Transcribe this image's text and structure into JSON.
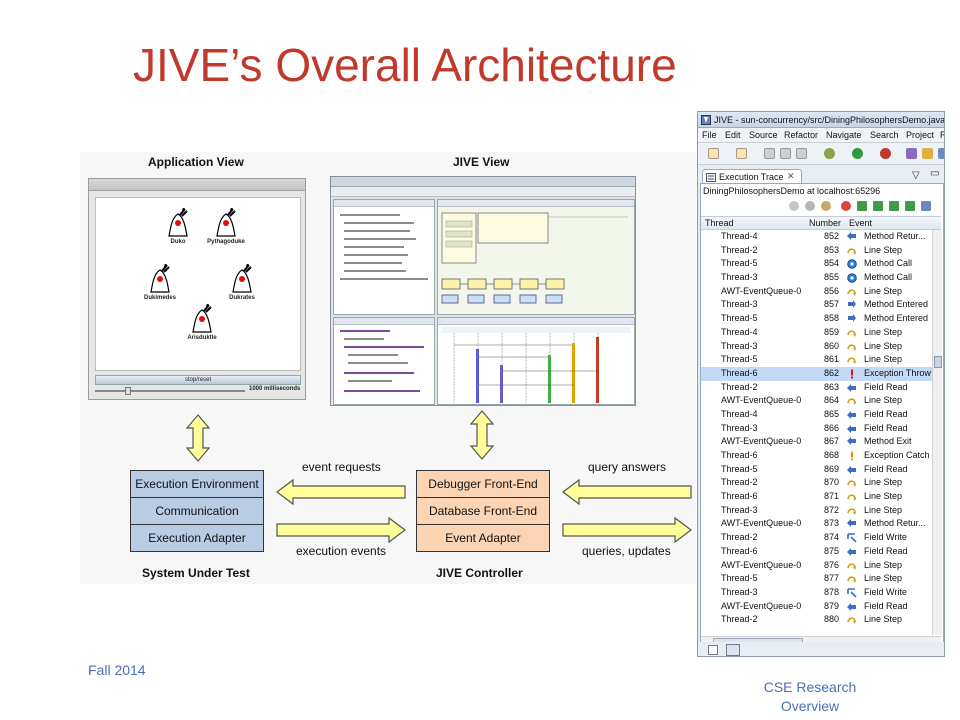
{
  "slide": {
    "title": "JIVE’s Overall Architecture",
    "footer_left": "Fall 2014",
    "footer_right_line1": "CSE Research",
    "footer_right_line2": "Overview"
  },
  "diagram": {
    "application_view_title": "Application View",
    "jive_view_title": "JIVE View",
    "philosophers": [
      "Duko",
      "Pythagoduke",
      "Dukimedes",
      "Dukrates",
      "Arisduktle"
    ],
    "stop_reset_label": "stop/reset",
    "speed_label": "1000 milliseconds",
    "sut_boxes": [
      "Execution Environment",
      "Communication",
      "Execution Adapter"
    ],
    "sut_caption": "System Under Test",
    "controller_boxes": [
      "Debugger Front-End",
      "Database Front-End",
      "Event Adapter"
    ],
    "controller_caption": "JIVE Controller",
    "arrow_labels": {
      "event_requests": "event requests",
      "execution_events": "execution events",
      "query_answers": "query answers",
      "queries_updates": "queries, updates"
    },
    "colors": {
      "sut_box": "#b8cce4",
      "controller_box": "#fbd4b4",
      "arrow_fill": "#ffff99"
    }
  },
  "ide": {
    "window_title": "JIVE - sun-concurrency/src/DiningPhilosophersDemo.java - E",
    "menu": [
      "File",
      "Edit",
      "Source",
      "Refactor",
      "Navigate",
      "Search",
      "Project",
      "R"
    ],
    "view_tab": "Execution Trace",
    "session": "DiningPhilosophersDemo at localhost:65296",
    "columns": {
      "thread": "Thread",
      "number": "Number",
      "event": "Event"
    },
    "selected_number": "862",
    "rows": [
      {
        "thread": "Thread-4",
        "number": "852",
        "event": "Method Retur...",
        "icon": "return-icon"
      },
      {
        "thread": "Thread-2",
        "number": "853",
        "event": "Line Step",
        "icon": "line-step-icon"
      },
      {
        "thread": "Thread-5",
        "number": "854",
        "event": "Method Call",
        "icon": "method-call-icon"
      },
      {
        "thread": "Thread-3",
        "number": "855",
        "event": "Method Call",
        "icon": "method-call-icon"
      },
      {
        "thread": "AWT-EventQueue-0",
        "number": "856",
        "event": "Line Step",
        "icon": "line-step-icon"
      },
      {
        "thread": "Thread-3",
        "number": "857",
        "event": "Method Entered",
        "icon": "method-entered-icon"
      },
      {
        "thread": "Thread-5",
        "number": "858",
        "event": "Method Entered",
        "icon": "method-entered-icon"
      },
      {
        "thread": "Thread-4",
        "number": "859",
        "event": "Line Step",
        "icon": "line-step-icon"
      },
      {
        "thread": "Thread-3",
        "number": "860",
        "event": "Line Step",
        "icon": "line-step-icon"
      },
      {
        "thread": "Thread-5",
        "number": "861",
        "event": "Line Step",
        "icon": "line-step-icon"
      },
      {
        "thread": "Thread-6",
        "number": "862",
        "event": "Exception Throw",
        "icon": "exception-icon"
      },
      {
        "thread": "Thread-2",
        "number": "863",
        "event": "Field Read",
        "icon": "field-read-icon"
      },
      {
        "thread": "AWT-EventQueue-0",
        "number": "864",
        "event": "Line Step",
        "icon": "line-step-icon"
      },
      {
        "thread": "Thread-4",
        "number": "865",
        "event": "Field Read",
        "icon": "field-read-icon"
      },
      {
        "thread": "Thread-3",
        "number": "866",
        "event": "Field Read",
        "icon": "field-read-icon"
      },
      {
        "thread": "AWT-EventQueue-0",
        "number": "867",
        "event": "Method Exit",
        "icon": "return-icon"
      },
      {
        "thread": "Thread-6",
        "number": "868",
        "event": "Exception Catch",
        "icon": "exception-catch-icon"
      },
      {
        "thread": "Thread-5",
        "number": "869",
        "event": "Field Read",
        "icon": "field-read-icon"
      },
      {
        "thread": "Thread-2",
        "number": "870",
        "event": "Line Step",
        "icon": "line-step-icon"
      },
      {
        "thread": "Thread-6",
        "number": "871",
        "event": "Line Step",
        "icon": "line-step-icon"
      },
      {
        "thread": "Thread-3",
        "number": "872",
        "event": "Line Step",
        "icon": "line-step-icon"
      },
      {
        "thread": "AWT-EventQueue-0",
        "number": "873",
        "event": "Method Retur...",
        "icon": "return-icon"
      },
      {
        "thread": "Thread-2",
        "number": "874",
        "event": "Field Write",
        "icon": "field-write-icon"
      },
      {
        "thread": "Thread-6",
        "number": "875",
        "event": "Field Read",
        "icon": "field-read-icon"
      },
      {
        "thread": "AWT-EventQueue-0",
        "number": "876",
        "event": "Line Step",
        "icon": "line-step-icon"
      },
      {
        "thread": "Thread-5",
        "number": "877",
        "event": "Line Step",
        "icon": "line-step-icon"
      },
      {
        "thread": "Thread-3",
        "number": "878",
        "event": "Field Write",
        "icon": "field-write-icon"
      },
      {
        "thread": "AWT-EventQueue-0",
        "number": "879",
        "event": "Field Read",
        "icon": "field-read-icon"
      },
      {
        "thread": "Thread-2",
        "number": "880",
        "event": "Line Step",
        "icon": "line-step-icon"
      }
    ]
  }
}
